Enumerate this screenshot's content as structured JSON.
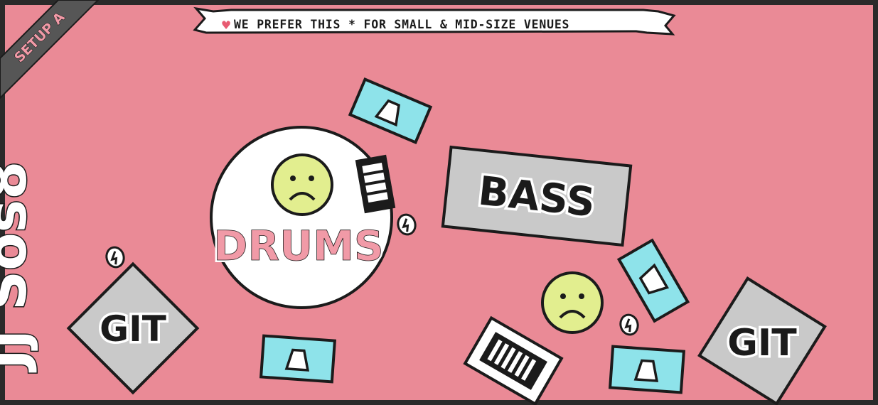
{
  "banner": {
    "heart": "♥",
    "text": "WE PREFER THIS * FOR SMALL & MID-SIZE VENUES"
  },
  "corner_tag": "SETUP A",
  "side_logo": "Jj Sos8",
  "stage_items": {
    "drums": "DRUMS",
    "bass": "BASS",
    "guitar_left": "GIT",
    "guitar_right": "GIT"
  },
  "icons": [
    "monitor-wedge-icon",
    "amp-icon",
    "sad-face-icon",
    "power-outlet-icon"
  ],
  "colors": {
    "stage": "#ea8a96",
    "border": "#2a2a2a",
    "wedge": "#8ee3ea",
    "amp_box": "#c9c9c9",
    "face": "#e2ee8f",
    "drums_text": "#f19aa7"
  }
}
